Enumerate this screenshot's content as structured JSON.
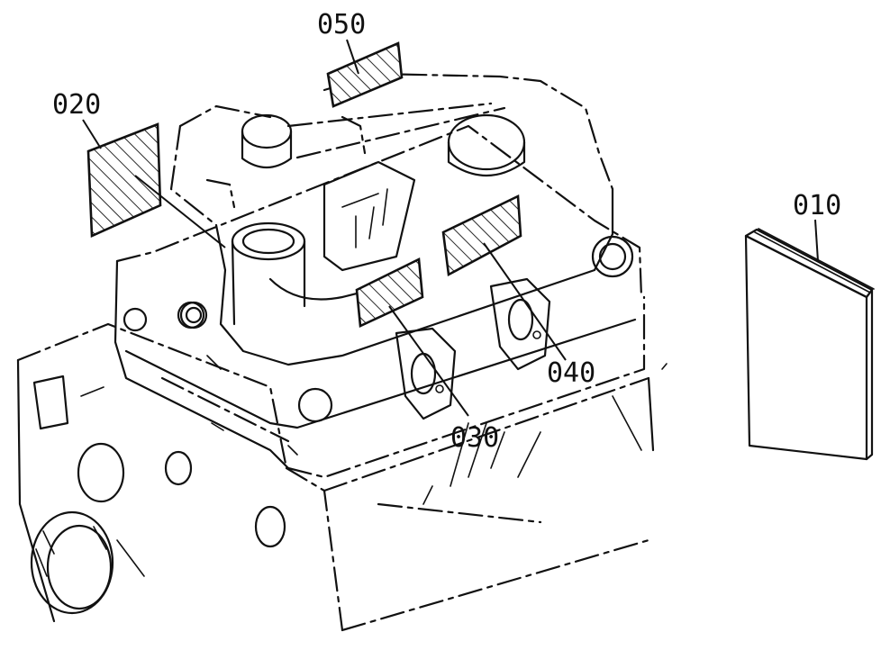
{
  "labels": {
    "p010": "010",
    "p020": "020",
    "p030": "030",
    "p040": "040",
    "p050": "050"
  },
  "colors": {
    "ink": "#111111",
    "paper": "#ffffff"
  }
}
